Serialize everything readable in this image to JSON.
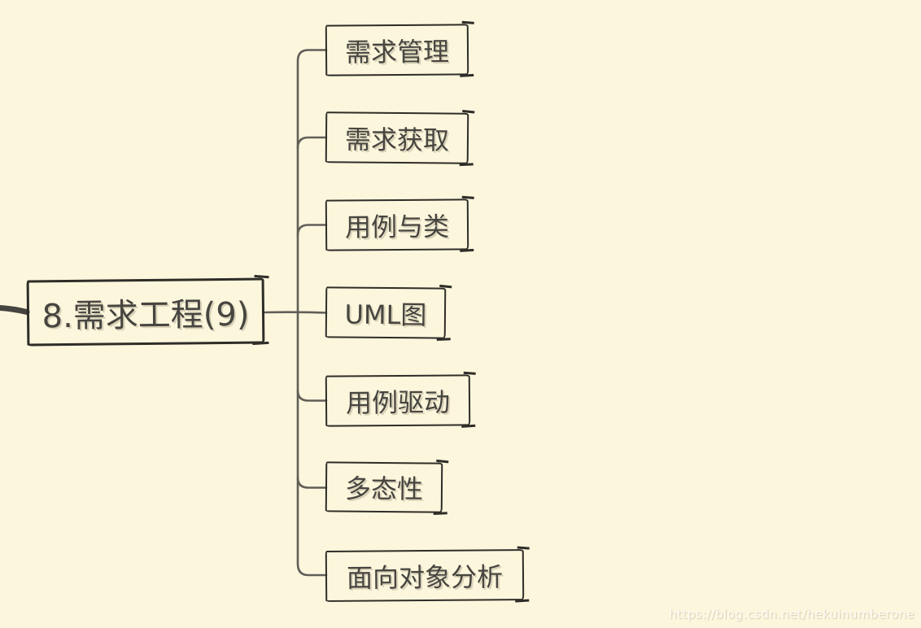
{
  "canvas": {
    "background_color": "#FCF6DC",
    "watermark": "https://blog.csdn.net/hekuinumberone"
  },
  "mindmap": {
    "root": {
      "label": "8.需求工程(9)"
    },
    "children": [
      {
        "label": "需求管理"
      },
      {
        "label": "需求获取"
      },
      {
        "label": "用例与类"
      },
      {
        "label": "UML图"
      },
      {
        "label": "用例驱动"
      },
      {
        "label": "多态性"
      },
      {
        "label": "面向对象分析"
      }
    ],
    "colors": {
      "node_border": "#2e2d28",
      "node_text": "#474540",
      "connector": "#605e58",
      "parent_stub": "#454440"
    }
  }
}
